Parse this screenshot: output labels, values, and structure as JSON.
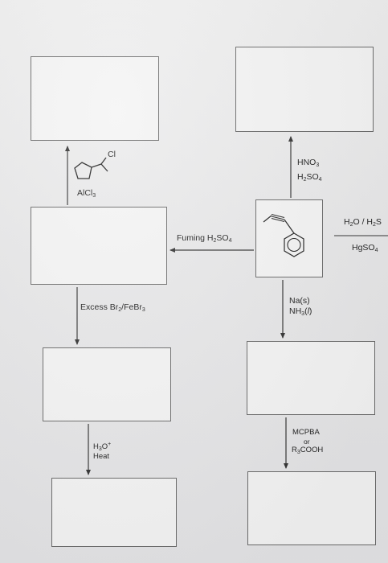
{
  "reagents": {
    "hno3": "HNO",
    "hno3_sub": "3",
    "h2so4_a": "H",
    "h2so4_a_sub1": "2",
    "h2so4_a_so": "SO",
    "h2so4_a_sub2": "4",
    "alcl3": "AlCl",
    "alcl3_sub": "3",
    "fuming": "Fuming H",
    "fuming_sub1": "2",
    "fuming_so": "SO",
    "fuming_sub2": "4",
    "h2o_h2s_a": "H",
    "h2o_h2s_sub1": "2",
    "h2o_h2s_b": "O / H",
    "h2o_h2s_sub2": "2",
    "h2o_h2s_c": "S",
    "hgso4": "HgSO",
    "hgso4_sub": "4",
    "na": "Na(s)",
    "nh3": "NH",
    "nh3_sub": "3",
    "nh3_l": "(",
    "nh3_l_italic": "l",
    "nh3_r": ")",
    "excess": "Excess Br",
    "excess_sub1": "2",
    "excess_mid": "/FeBr",
    "excess_sub2": "3",
    "h3o": "H",
    "h3o_sub": "3",
    "h3o_o": "O",
    "h3o_sup": "+",
    "heat": "Heat",
    "mcpba": "MCPBA",
    "or": "or",
    "rcooh_r": "R",
    "rcooh_sub": "3",
    "rcooh_rest": "COOH",
    "cl": "Cl"
  },
  "colors": {
    "box_fill": "#f4f4f4",
    "box_border": "#6a6a6a",
    "arrow": "#333333"
  }
}
